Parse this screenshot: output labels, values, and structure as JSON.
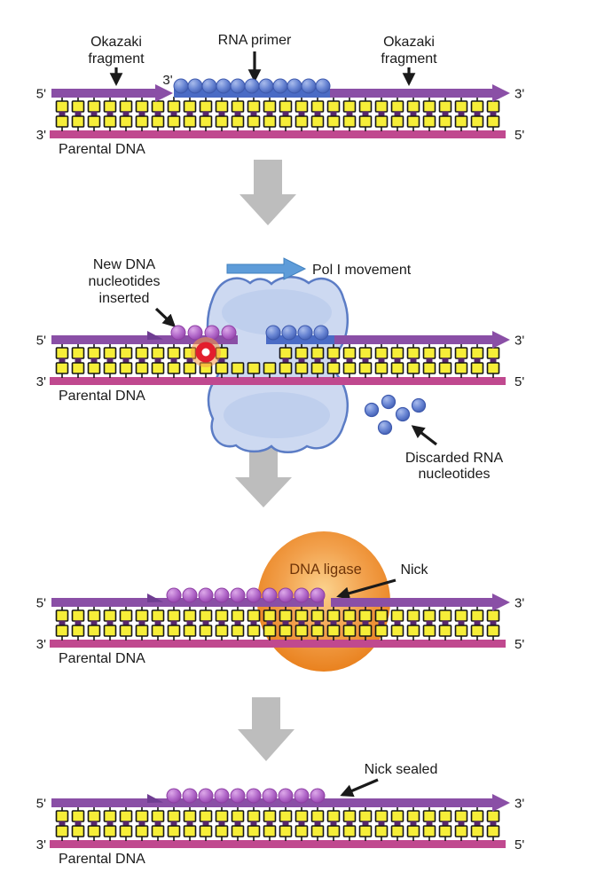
{
  "shared": {
    "five_prime": "5'",
    "three_prime": "3'",
    "parental_dna": "Parental DNA"
  },
  "panel1": {
    "okazaki_left": [
      "Okazaki",
      "fragment"
    ],
    "rna_primer_label": "RNA primer",
    "okazaki_right": [
      "Okazaki",
      "fragment"
    ],
    "rna_primer_bead_count": 11,
    "base_pair_count": 28
  },
  "panel2": {
    "new_dna_label": [
      "New DNA",
      "nucleotides",
      "inserted"
    ],
    "pol_movement_label": "Pol I movement",
    "discarded_label": [
      "Discarded RNA",
      "nucleotides"
    ],
    "new_dna_bead_count": 4,
    "rna_bead_count": 4,
    "discarded_bead_count": 5,
    "base_pair_count": 28
  },
  "panel3": {
    "dna_ligase_label": "DNA ligase",
    "nick_label": "Nick",
    "new_dna_bead_count": 10,
    "base_pair_count": 28
  },
  "panel4": {
    "nick_sealed_label": "Nick sealed",
    "new_dna_bead_count": 10,
    "base_pair_count": 28
  },
  "colors": {
    "strand_top": "#8a4fa6",
    "strand_bottom": "#c0498f",
    "strand_marker": "#6f3d92",
    "rna": "#4a6bc5",
    "rna_bead": "#6683d2",
    "rna_bead_light": "#a9bcec",
    "rna_bead_dark": "#3d59ad",
    "dna_bead": "#b269ca",
    "dna_bead_light": "#dda9e9",
    "dna_bead_dark": "#8e3fa4",
    "base_square": "#f6ee38",
    "base_outline": "#161616",
    "base_connector": "#57266b",
    "enzyme_fill": "#cdd9f1",
    "enzyme_stroke": "#5b7cc5",
    "enzyme_inner": "#b5c6ea",
    "ligase_center": "#fbd28d",
    "ligase_mid": "#f2a14d",
    "ligase_edge": "#e87d18",
    "ligase_text": "#6f3408",
    "pol_arrow": "#5e9cd9",
    "pol_arrow_stroke": "#4080bf",
    "step_arrow": "#bdbdbd",
    "highlight_ring": "#e31e2d",
    "highlight_glow": "#f59b42",
    "text": "#1a1a1a"
  }
}
